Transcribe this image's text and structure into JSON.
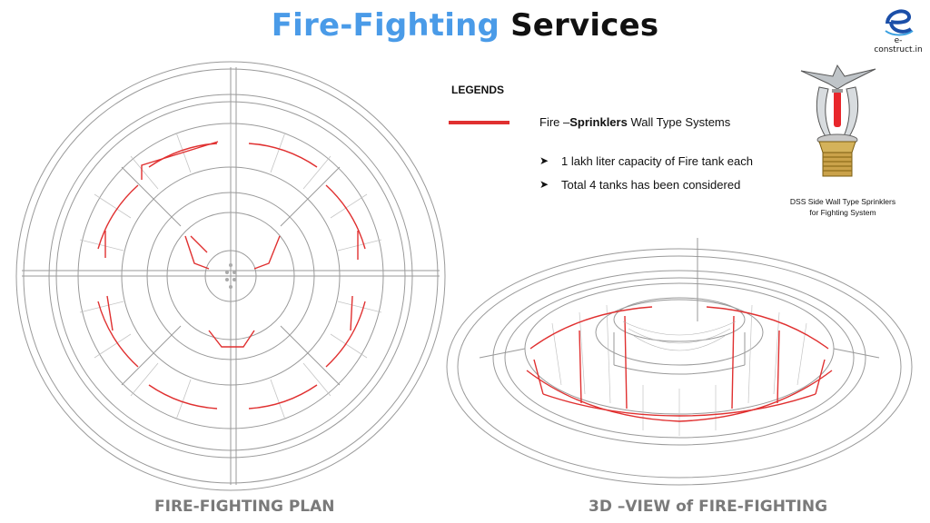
{
  "title": {
    "part1": "Fire-Fighting",
    "part2": "Services"
  },
  "logo": {
    "text": "e-construct.in"
  },
  "legend": {
    "heading": "LEGENDS",
    "line_color": "#e03030",
    "label_prefix": "Fire –",
    "label_bold": "Sprinklers",
    "label_suffix": " Wall Type Systems"
  },
  "bullets": [
    "1 lakh liter capacity of Fire tank each",
    "Total 4 tanks has been considered"
  ],
  "sprinkler_caption": {
    "line1": "DSS Side Wall Type Sprinklers",
    "line2": "for Fighting System"
  },
  "labels": {
    "plan": "FIRE-FIGHTING PLAN",
    "view3d": "3D –VIEW  of FIRE-FIGHTING"
  },
  "colors": {
    "title_accent": "#4a9be8",
    "pipe_red": "#e03030",
    "drawing_line": "#9a9a9a"
  }
}
